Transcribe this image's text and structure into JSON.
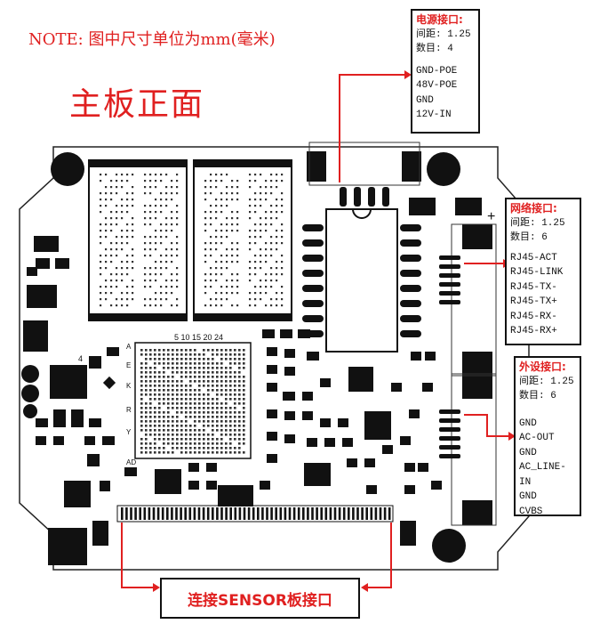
{
  "note": "NOTE: 图中尺寸单位为mm(毫米)",
  "title": "主板正面",
  "power_box": {
    "heading": "电源接口:",
    "pitch": "间距: 1.25",
    "count": "数目: 4",
    "pins": [
      "GND-POE",
      "48V-POE",
      "GND",
      "12V-IN"
    ]
  },
  "network_box": {
    "heading": "网络接口:",
    "pitch": "间距: 1.25",
    "count": "数目: 6",
    "pins": [
      "RJ45-ACT",
      "RJ45-LINK",
      "RJ45-TX-",
      "RJ45-TX+",
      "RJ45-RX-",
      "RJ45-RX+"
    ]
  },
  "peripheral_box": {
    "heading": "外设接口:",
    "pitch": "间距: 1.25",
    "count": "数目: 6",
    "pins": [
      "GND",
      "AC-OUT",
      "GND",
      "AC_LINE-IN",
      "GND",
      "CVBS"
    ]
  },
  "sensor_label": "连接SENSOR板接口",
  "board_markings": {
    "bga_numbers": "5 10 15 20 24",
    "bga_letters": [
      "A",
      "E",
      "K",
      "R",
      "Y",
      "AD"
    ],
    "plus_sign": "+",
    "digit_4": "4"
  },
  "colors": {
    "annotation": "#e02020",
    "pcb": "#ffffff",
    "ink": "#111111"
  }
}
